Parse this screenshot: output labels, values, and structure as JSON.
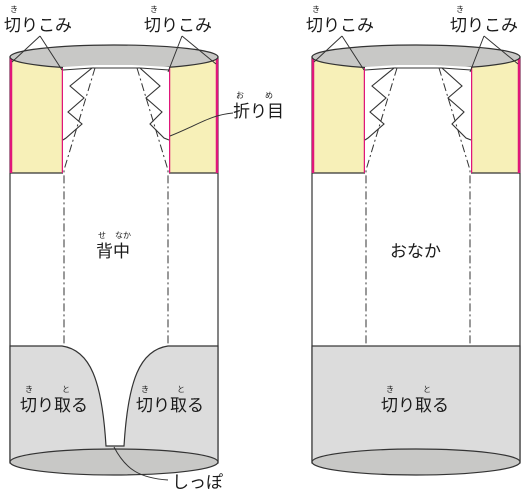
{
  "left_panel": {
    "cut_label_left": "切りこみ",
    "cut_label_right": "切りこみ",
    "cut_ruby": "き",
    "fold_label": "折り目",
    "fold_ruby_ori": "お",
    "fold_ruby_me": "め",
    "back_label": "背中",
    "back_ruby_se": "せ",
    "back_ruby_naka": "なか",
    "cutoff_label_left": "切り取る",
    "cutoff_label_right": "切り取る",
    "cutoff_ruby_ki": "き",
    "cutoff_ruby_to": "と",
    "tail_label": "しっぽ"
  },
  "right_panel": {
    "cut_label_left": "切りこみ",
    "cut_label_right": "切りこみ",
    "cut_ruby": "き",
    "belly_label": "おなか",
    "cutoff_label": "切り取る",
    "cutoff_ruby_ki": "き",
    "cutoff_ruby_to": "と"
  },
  "colors": {
    "cylinder_top": "#c8c8c6",
    "flap_fill": "#f7f0b8",
    "cut_line": "#e0167a",
    "cutoff_fill": "#dcdcdc",
    "outline": "#333333"
  }
}
